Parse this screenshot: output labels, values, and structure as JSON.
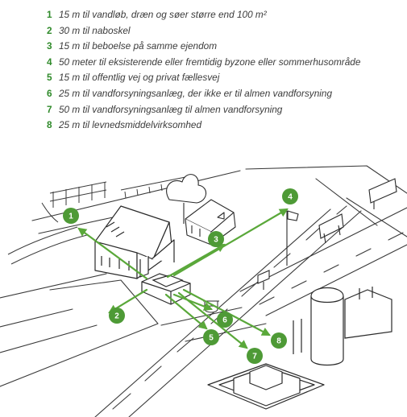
{
  "colors": {
    "accent": "#5aa83a",
    "badge": "#4e9a36",
    "line": "#3a3a3a"
  },
  "legend": [
    {
      "num": "1",
      "text": "15 m til vandløb, dræn og søer større end 100 m²"
    },
    {
      "num": "2",
      "text": "30 m til naboskel"
    },
    {
      "num": "3",
      "text": "15 m til beboelse på samme ejendom"
    },
    {
      "num": "4",
      "text": "50 meter til eksisterende eller fremtidig byzone eller sommerhusområde"
    },
    {
      "num": "5",
      "text": "15 m til offentlig vej og privat fællesvej"
    },
    {
      "num": "6",
      "text": "25 m til vandforsyningsanlæg, der ikke er til almen vandforsyning"
    },
    {
      "num": "7",
      "text": "50 m til vandforsyningsanlæg til almen vandforsyning"
    },
    {
      "num": "8",
      "text": "25 m til levnedsmiddelvirksomhed"
    }
  ],
  "badges": [
    "1",
    "2",
    "3",
    "4",
    "5",
    "6",
    "7",
    "8"
  ]
}
